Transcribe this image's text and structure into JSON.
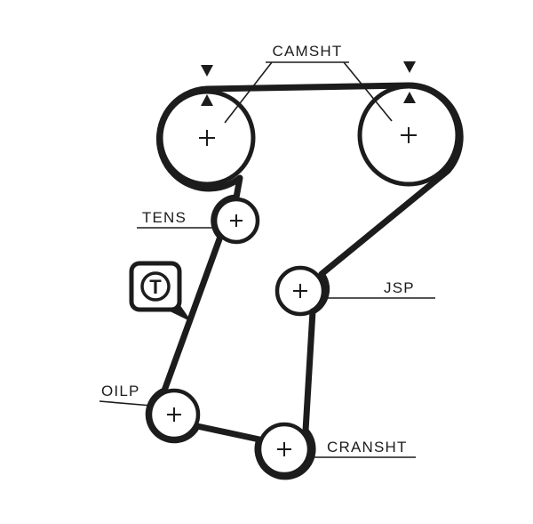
{
  "diagram": {
    "type": "timing-belt-routing",
    "background_color": "#ffffff",
    "line_color": "#1c1c1c",
    "labels": {
      "camshaft": "CAMSHT",
      "tensioner": "TENS",
      "jockey_pulley": "JSP",
      "oil_pump": "OILP",
      "crankshaft": "CRANSHT",
      "tension_badge": "T"
    },
    "icons": {
      "timing_mark_down": "▼",
      "timing_mark_up": "▲",
      "pulley_center_cross": "+"
    },
    "pulleys": [
      {
        "id": "camshaft-left",
        "label": "CAMSHT",
        "size": "large"
      },
      {
        "id": "camshaft-right",
        "label": "CAMSHT",
        "size": "large"
      },
      {
        "id": "tensioner",
        "label": "TENS",
        "size": "small"
      },
      {
        "id": "jockey-pulley",
        "label": "JSP",
        "size": "small"
      },
      {
        "id": "oil-pump",
        "label": "OILP",
        "size": "small"
      },
      {
        "id": "crankshaft",
        "label": "CRANSHT",
        "size": "small"
      }
    ]
  }
}
